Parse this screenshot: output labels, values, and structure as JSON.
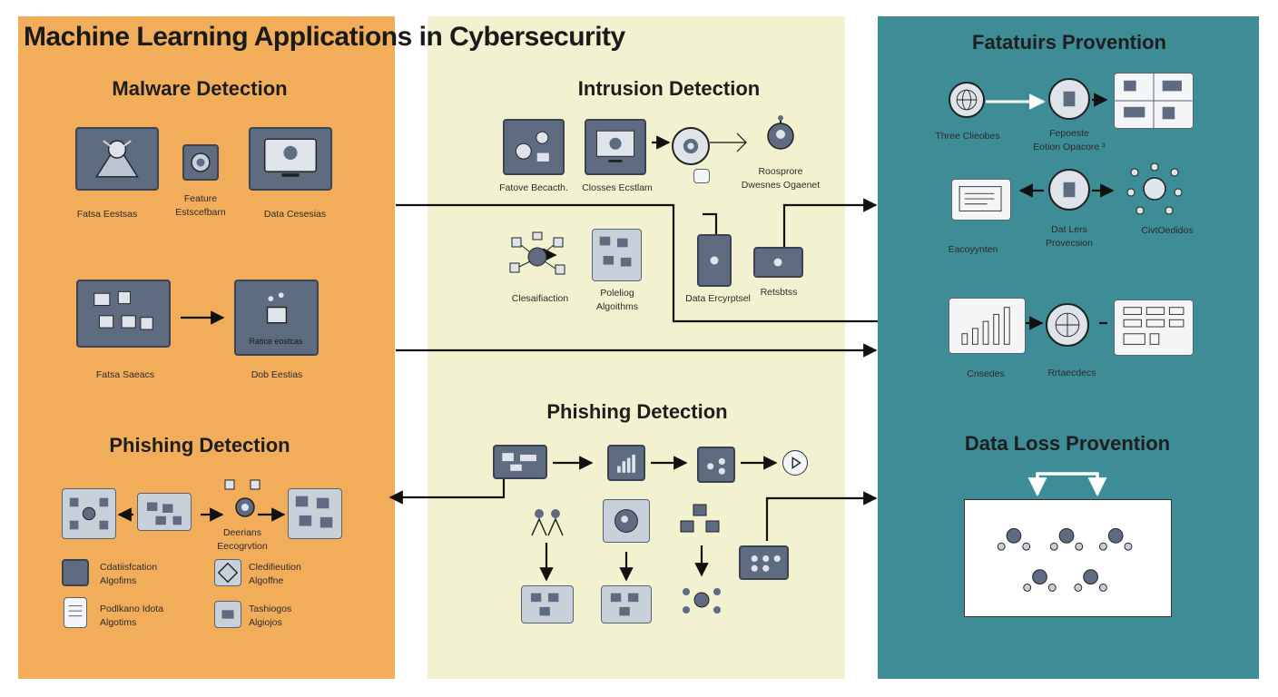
{
  "title": "Machine Learning Applications in Cybersecurity",
  "left_panel": {
    "malware": {
      "heading": "Malware Detection",
      "label_1": "Fatsa Eestsas",
      "label_2": "Feature\nEstscefbarn",
      "label_3": "Data Cesesias",
      "box_text": "Ratice eostcas",
      "label_4": "Fatsa Saeacs",
      "label_5": "Dob Eestias"
    },
    "phishing": {
      "heading": "Phishing Detection",
      "label_recog": "Deerians\nEecogrvtion",
      "item_1": "Cdatiisfcation\nAlgofims",
      "item_2": "Cledifieution\nAlgoffne",
      "item_3": "Podlkano Idota\nAlgotims",
      "item_4": "Tashiogos\nAlgiojos"
    }
  },
  "mid_panel": {
    "intrusion": {
      "heading": "Intrusion Detection",
      "label_1": "Fatove Becacth.",
      "label_2": "Closses Ecstlam",
      "label_3": "Roosprore\nDwesnes Ogaenet",
      "label_4": "Clesaifiaction",
      "label_5": "Poleliog\nAlgoithms",
      "label_6": "Data Ercyrptsel",
      "label_7": "Retsbtss"
    },
    "phishing": {
      "heading": "Phishing Detection"
    }
  },
  "right_panel": {
    "fraud": {
      "heading": "Fatatuirs Provention",
      "label_1": "Three Clieobes",
      "label_2": "Fepoeste\nEotion Opacore ³",
      "label_3": "Dat Lers\nProvecsion",
      "label_4": "Eacoyynten",
      "label_5": "CivtOedidos",
      "label_6": "Cnsedes",
      "label_7": "Rrtaecdecs"
    },
    "dlp": {
      "heading": "Data Loss Provention"
    }
  },
  "colors": {
    "left_bg": "#F2AD5B",
    "mid_bg": "#F2F2D0",
    "right_bg": "#3E8C95",
    "icon_dark": "#5E6B80"
  }
}
